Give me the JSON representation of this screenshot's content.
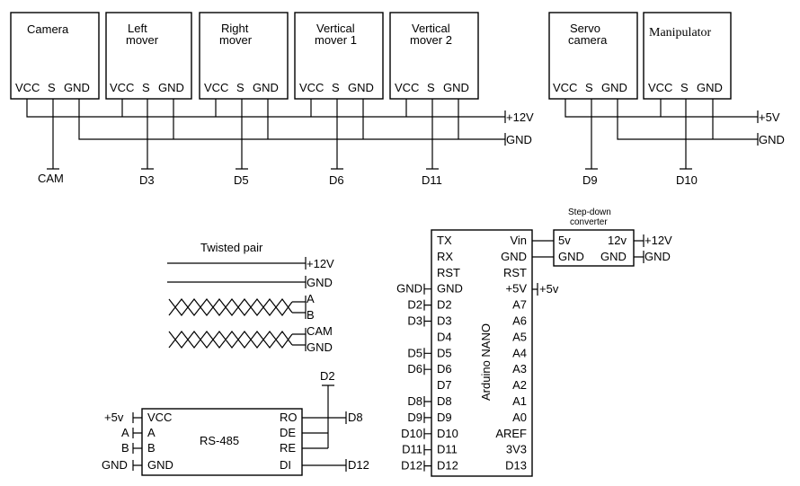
{
  "top": {
    "camera": {
      "title": "Camera",
      "vcc": "VCC",
      "s": "S",
      "gnd": "GND",
      "out": "CAM"
    },
    "left_mover": {
      "title1": "Left",
      "title2": "mover",
      "vcc": "VCC",
      "s": "S",
      "gnd": "GND",
      "out": "D3"
    },
    "right_mover": {
      "title1": "Right",
      "title2": "mover",
      "vcc": "VCC",
      "s": "S",
      "gnd": "GND",
      "out": "D5"
    },
    "vmover1": {
      "title1": "Vertical",
      "title2": "mover 1",
      "vcc": "VCC",
      "s": "S",
      "gnd": "GND",
      "out": "D6"
    },
    "vmover2": {
      "title1": "Vertical",
      "title2": "mover 2",
      "vcc": "VCC",
      "s": "S",
      "gnd": "GND",
      "out": "D11"
    },
    "rail_12v": "+12V",
    "rail_gnd": "GND"
  },
  "servo": {
    "servo_camera": {
      "title1": "Servo",
      "title2": "camera",
      "vcc": "VCC",
      "s": "S",
      "gnd": "GND",
      "out": "D9"
    },
    "manipulator": {
      "title": "Manipulator",
      "vcc": "VCC",
      "s": "S",
      "gnd": "GND",
      "out": "D10"
    },
    "rail_5v": "+5V",
    "rail_gnd": "GND"
  },
  "twisted": {
    "title": "Twisted pair",
    "l1": "+12V",
    "l2": "GND",
    "l3a": "A",
    "l3b": "B",
    "l4a": "CAM",
    "l4b": "GND"
  },
  "rs485": {
    "title": "RS-485",
    "left_pins": [
      "VCC",
      "A",
      "B",
      "GND"
    ],
    "left_nets": [
      "+5v",
      "A",
      "B",
      "GND"
    ],
    "right_pins": [
      "RO",
      "DE",
      "RE",
      "DI"
    ],
    "d2": "D2",
    "ro_net": "D8",
    "di_net": "D12"
  },
  "arduino": {
    "title": "Arduino NANO",
    "left_pins": [
      "TX",
      "RX",
      "RST",
      "GND",
      "D2",
      "D3",
      "D4",
      "D5",
      "D6",
      "D7",
      "D8",
      "D9",
      "D10",
      "D11",
      "D12"
    ],
    "right_pins": [
      "Vin",
      "GND",
      "RST",
      "+5V",
      "A7",
      "A6",
      "A5",
      "A4",
      "A3",
      "A2",
      "A1",
      "A0",
      "AREF",
      "3V3",
      "D13"
    ],
    "left_nets": [
      "",
      "",
      "",
      "GND",
      "D2",
      "D3",
      "",
      "D5",
      "D6",
      "",
      "D8",
      "D9",
      "D10",
      "D11",
      "D12"
    ],
    "plus5_net": "+5v"
  },
  "stepdown": {
    "title1": "Step-down",
    "title2": "converter",
    "in_v": "5v",
    "out_v": "12v",
    "gnd_l": "GND",
    "gnd_r": "GND",
    "net_12v": "+12V",
    "net_gnd": "GND"
  }
}
